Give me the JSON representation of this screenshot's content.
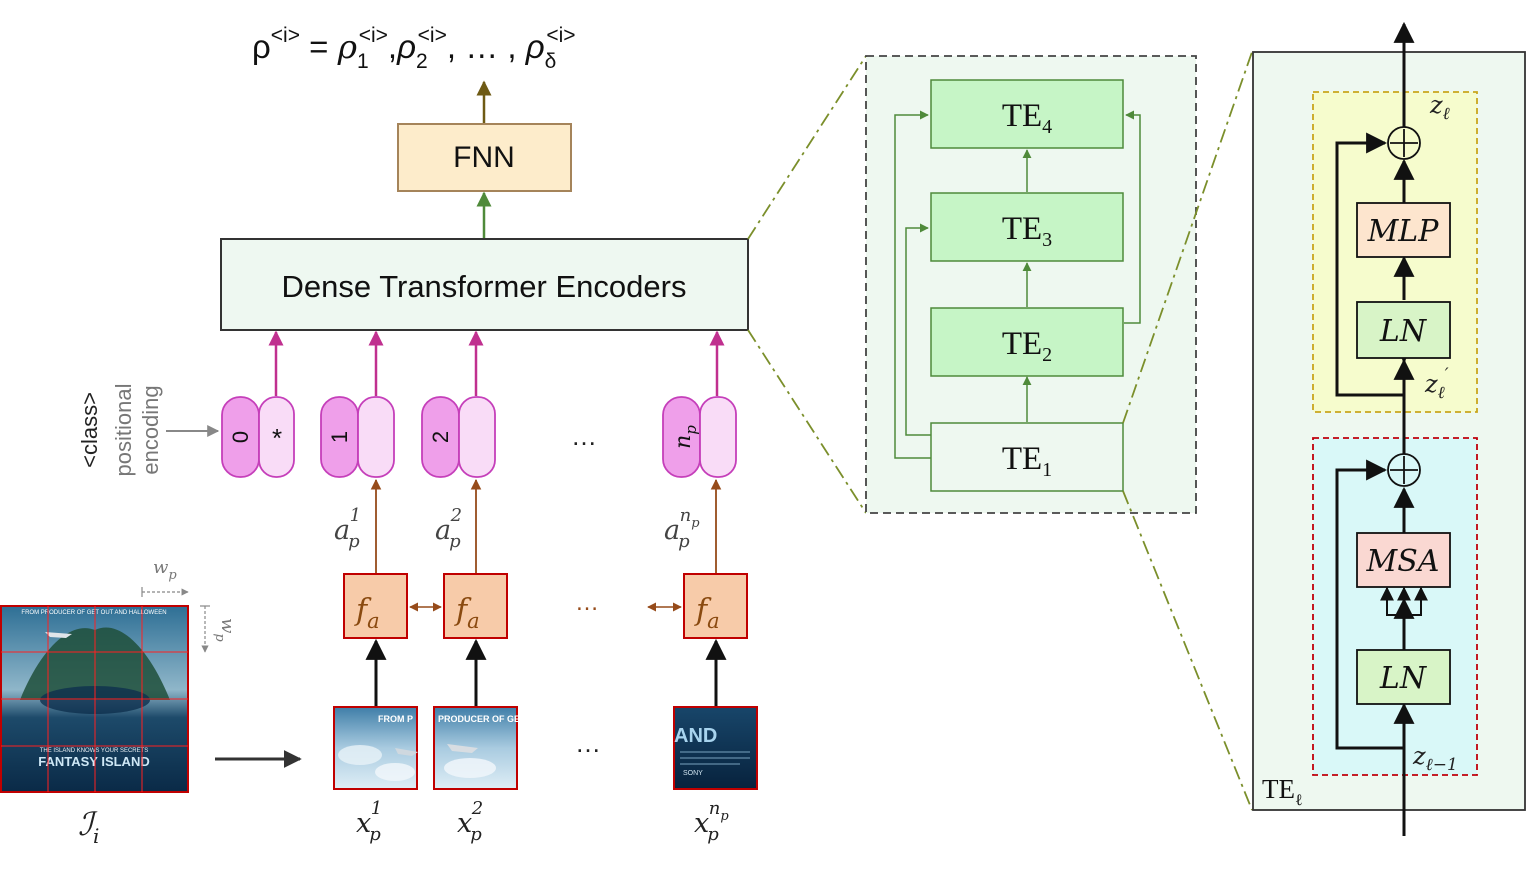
{
  "colors": {
    "te_fill": "#c6f5c6",
    "te_zoom_fill": "#eef8f0",
    "encoder_fill": "#eef8f1",
    "fnn_fill": "#fdeccb",
    "fnn_stroke": "#a5845a",
    "fa_fill": "#f7cba9",
    "fa_stroke": "#c00000",
    "token_pink": "#ef9fea",
    "token_light": "#f9dcf7",
    "token_stroke": "#c53fba",
    "magenta_arrow": "#c0308f",
    "brown_arrow": "#964b1a",
    "green_arrow": "#4f8a3a",
    "olive_arrow": "#6e5a14",
    "dash_olive": "#7b8f2b",
    "ln_fill": "#d8f4c7",
    "mlp_fill": "#fde5ce",
    "msa_fill": "#fad8d2",
    "yellow_block_fill": "#f6fccd",
    "yellow_block_stroke": "#c9a51c",
    "cyan_block_fill": "#d9f8f8",
    "cyan_block_stroke": "#c0000b",
    "poster_sky": "#5c8fae",
    "poster_sea": "#0e3b5e",
    "poster_grid": "#ff2020"
  },
  "output": {
    "lhs": "ρ",
    "lhs_sup": "<i>",
    "eq": " = ",
    "terms": [
      {
        "base": "ρ",
        "sub": "1",
        "sup": "<i>"
      },
      {
        "base": "ρ",
        "sub": "2",
        "sup": "<i>"
      }
    ],
    "ellipsis": ", … , ",
    "last": {
      "base": "ρ",
      "sub": "δ",
      "sup": "<i>"
    },
    "sep": ","
  },
  "fnn": {
    "label": "FNN"
  },
  "encoder": {
    "label": "Dense Transformer Encoders"
  },
  "tokens": [
    {
      "index": "0",
      "emb": "*"
    },
    {
      "index": "1",
      "emb": ""
    },
    {
      "index": "2",
      "emb": ""
    },
    {
      "index": "n",
      "index_sub": "p",
      "emb": ""
    }
  ],
  "token_ellipsis": "…",
  "class_label": "<class>",
  "pos_enc_line1": "positional",
  "pos_enc_line2": "encoding",
  "attn": [
    {
      "base": "a",
      "sub": "p",
      "sup": "1"
    },
    {
      "base": "a",
      "sub": "p",
      "sup": "2"
    },
    {
      "base": "a",
      "sub": "p",
      "sup": "n",
      "sup_sub": "p"
    }
  ],
  "fa": {
    "base": "f",
    "sub": "a"
  },
  "fa_ellipsis": "…",
  "patch_ellipsis": "…",
  "patches_x": [
    {
      "base": "x",
      "sub": "p",
      "sup": "1"
    },
    {
      "base": "x",
      "sub": "p",
      "sup": "2"
    },
    {
      "base": "x",
      "sub": "p",
      "sup": "n",
      "sup_sub": "p"
    }
  ],
  "image_label": {
    "base": "ℐ",
    "sub": "i"
  },
  "patch_size": {
    "base": "w",
    "sub": "p"
  },
  "poster": {
    "top_text": "FROM PRODUCER OF GET OUT AND HALLOWEEN",
    "tagline": "THE ISLAND KNOWS YOUR SECRETS",
    "title": "FANTASY ISLAND"
  },
  "patch_texts": [
    "FROM P",
    "PRODUCER OF GET",
    "AND"
  ],
  "patch3_small": "SONY",
  "stack": {
    "layers": [
      {
        "base": "TE",
        "sub": "4"
      },
      {
        "base": "TE",
        "sub": "3"
      },
      {
        "base": "TE",
        "sub": "2"
      },
      {
        "base": "TE",
        "sub": "1"
      }
    ]
  },
  "block": {
    "label": {
      "base": "TE",
      "sub": "ℓ"
    },
    "mlp": "MLP",
    "ln_top": "LN",
    "msa": "MSA",
    "ln_bottom": "LN",
    "z_out": {
      "base": "z",
      "sub": "ℓ"
    },
    "z_mid": {
      "base": "z",
      "sub": "ℓ",
      "prime": "′"
    },
    "z_in": {
      "base": "z",
      "sub": "ℓ−1"
    },
    "plus": "⊕"
  }
}
